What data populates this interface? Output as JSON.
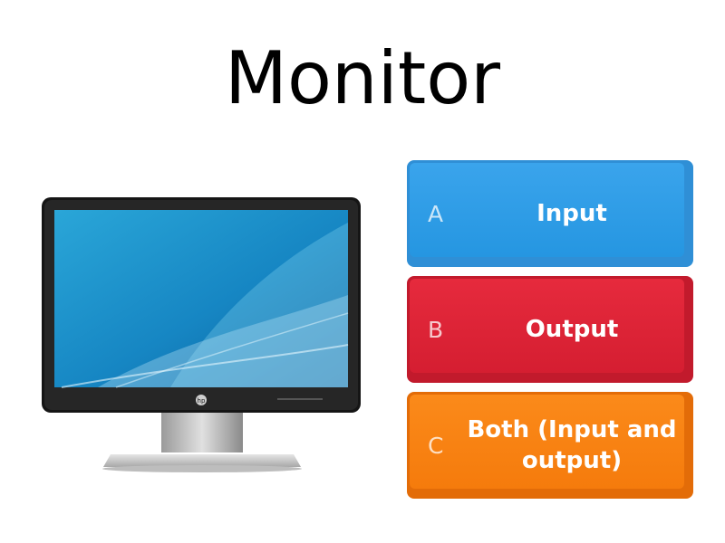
{
  "question": {
    "title": "Monitor"
  },
  "monitor_image": {
    "brand_logo": "hp"
  },
  "answers": [
    {
      "letter": "A",
      "text": "Input",
      "color": "#2596e1"
    },
    {
      "letter": "B",
      "text": "Output",
      "color": "#d51e31"
    },
    {
      "letter": "C",
      "text": "Both (Input and output)",
      "color": "#f57b0c"
    }
  ]
}
